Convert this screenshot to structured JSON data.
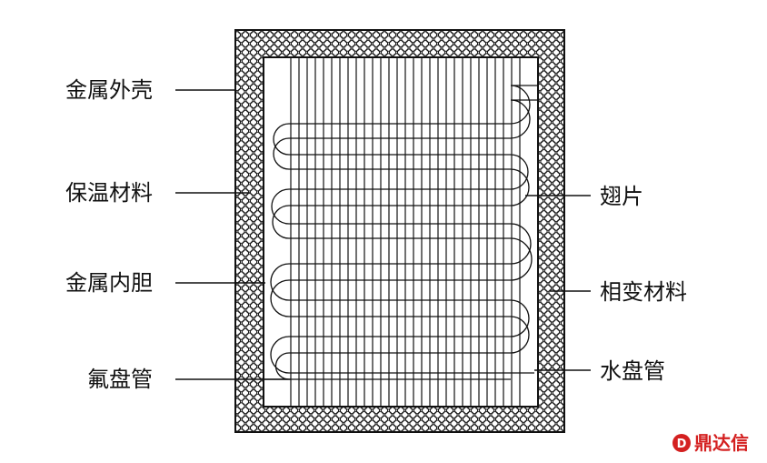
{
  "labels": {
    "outer_shell": "金属外壳",
    "insulation": "保温材料",
    "inner_liner": "金属内胆",
    "refrigerant_coil": "氟盘管",
    "fin": "翅片",
    "phase_change_material": "相变材料",
    "water_coil": "水盘管"
  },
  "watermark": {
    "text": "鼎达信",
    "logo_text": "D",
    "color": "#d42020"
  }
}
